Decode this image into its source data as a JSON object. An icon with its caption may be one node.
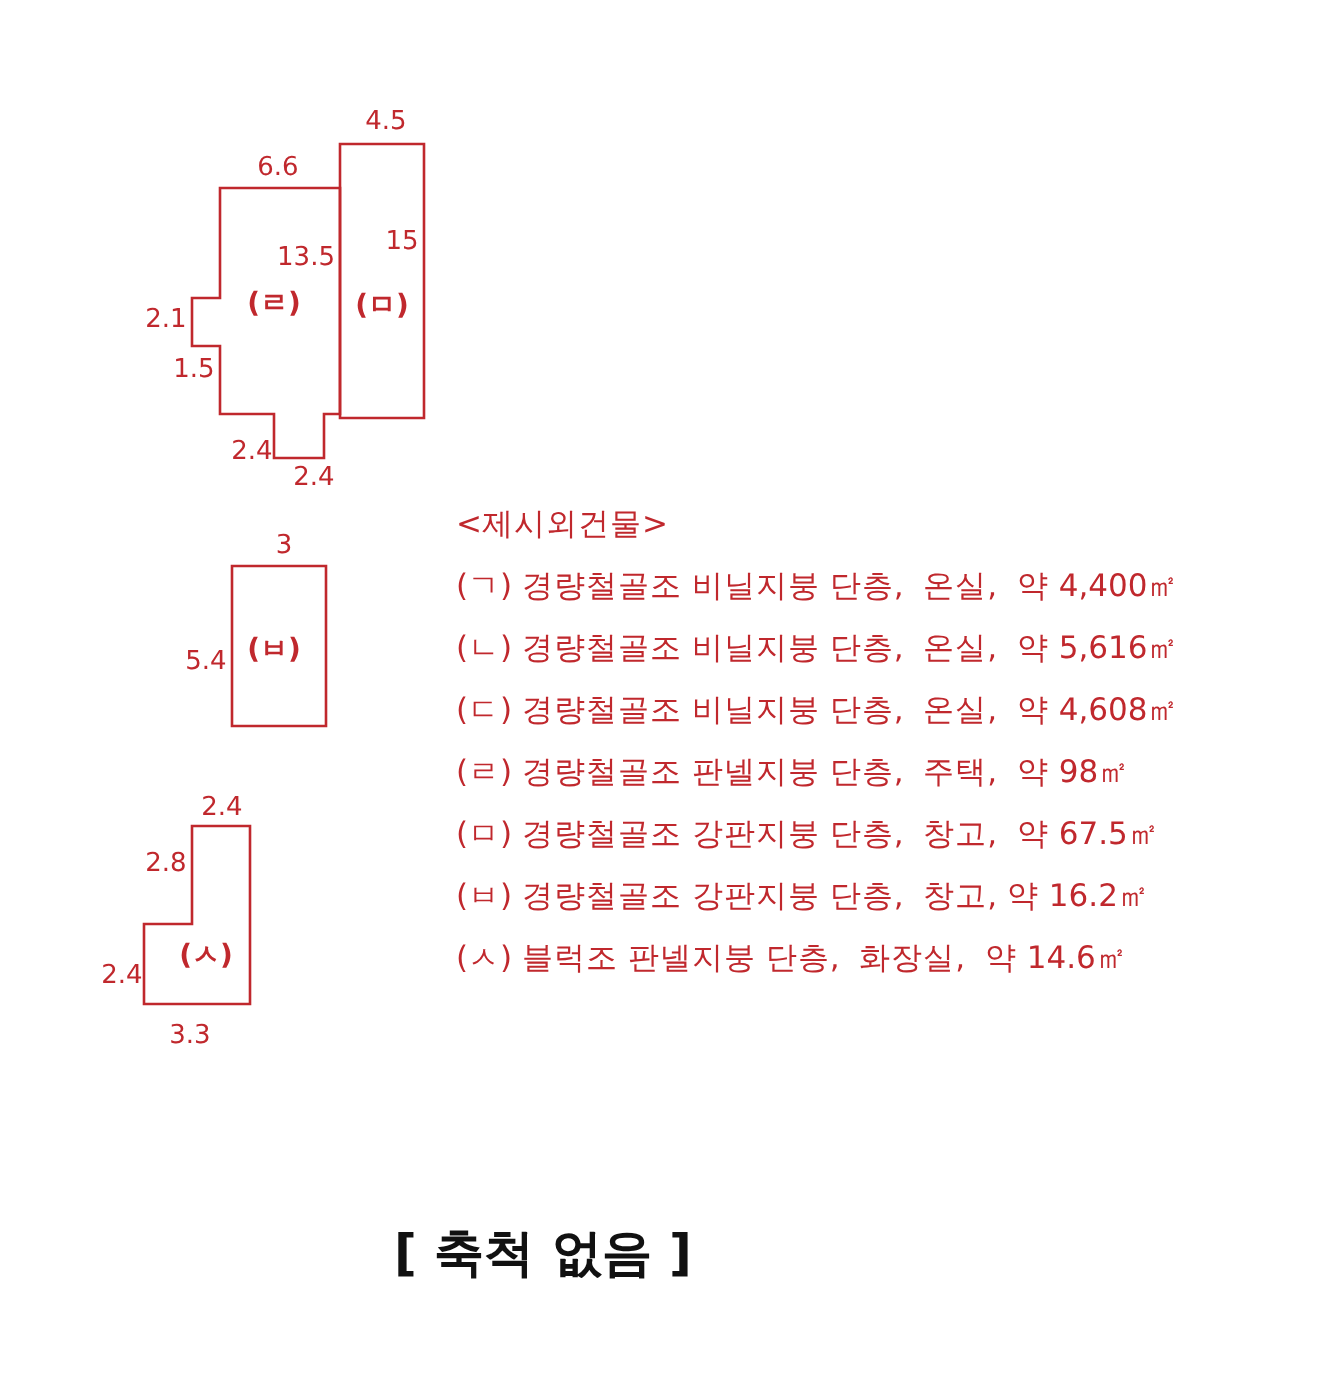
{
  "diagram": {
    "caption": "[ 축척 없음 ]",
    "nodes": [
      {
        "text": [
          "(ㄹ)"
        ]
      },
      {
        "text": [
          "(ㅁ)"
        ]
      },
      {
        "text": [
          "(ㅂ)"
        ]
      },
      {
        "text": [
          "(ㅅ)"
        ]
      }
    ],
    "labels": [
      "4.5",
      "6.6",
      "15",
      "13.5",
      "2.1",
      "1.5",
      "2.4",
      "2.4",
      "3",
      "5.4",
      "2.4",
      "2.8",
      "2.4",
      "3.3",
      "<제시외건물>",
      "(ㄱ) 경량철골조 비닐지붕 단층,  온실,  약 4,400㎡",
      "(ㄴ) 경량철골조 비닐지붕 단층,  온실,  약 5,616㎡",
      "(ㄷ) 경량철골조 비닐지붕 단층,  온실,  약 4,608㎡",
      "(ㄹ) 경량철골조 판넬지붕 단층,  주택,  약 98㎡",
      "(ㅁ) 경량철골조 강판지붕 단층,  창고,  약 67.5㎡",
      "(ㅂ) 경량철골조 강판지붕 단층,  창고, 약 16.2㎡",
      "(ㅅ) 블럭조 판넬지붕 단층,  화장실,  약 14.6㎡"
    ]
  }
}
